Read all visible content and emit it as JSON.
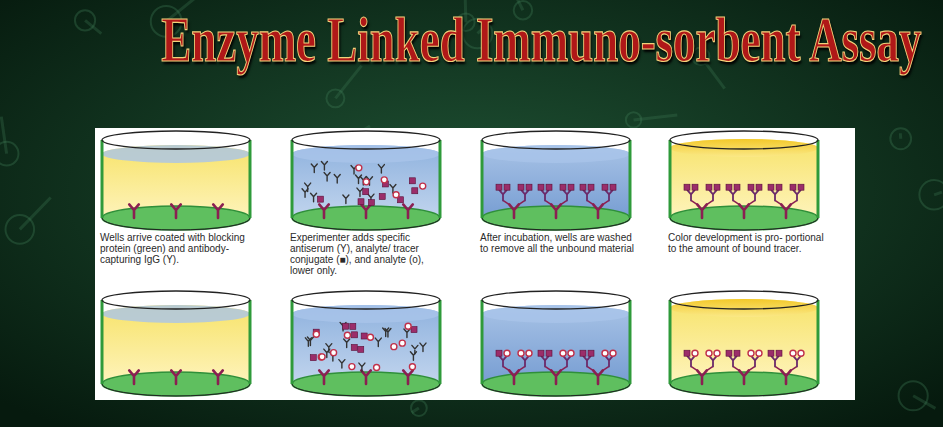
{
  "diagram": {
    "title": "Enzyme Linked Immuno-sorbent Assay",
    "labels": [
      "Wells arrive coated with blocking protein (green) and antibody-capturing IgG (Y).",
      "Experimenter adds specific antiserum (Y), analyte/ tracer conjugate (■), and analyte (o), lower only.",
      "After incubation, wells are washed to remove all the unbound material",
      "Color development is pro- portional to the amount of bound tracer."
    ]
  }
}
